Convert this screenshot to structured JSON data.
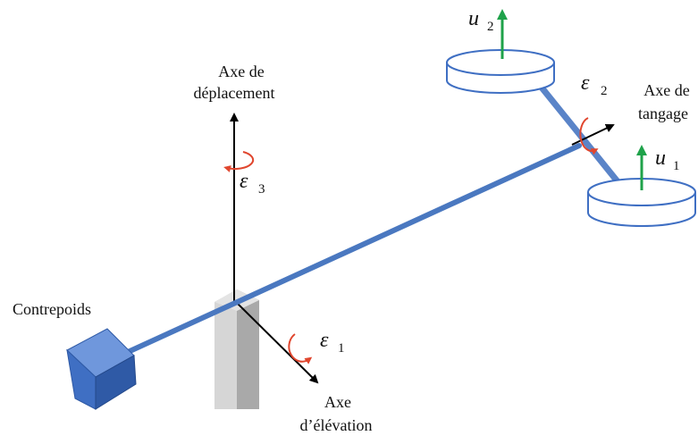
{
  "labels": {
    "axe_deplacement_line1": "Axe de",
    "axe_deplacement_line2": "déplacement",
    "axe_tangage_line1": "Axe de",
    "axe_tangage_line2": "tangage",
    "axe_elevation_line1": "Axe",
    "axe_elevation_line2": "d’élévation",
    "contrepoids": "Contrepoids"
  },
  "symbols": {
    "epsilon": "ε",
    "u": "u",
    "sub1": "1",
    "sub2": "2",
    "sub3": "3"
  },
  "colors": {
    "beam": "#4a78c0",
    "beam_dark": "#3a63a8",
    "cube_front": "#3f6fc3",
    "cube_top": "#6f97dc",
    "cube_side": "#2f5aa6",
    "post_light": "#d4d4d4",
    "post_dark": "#a8a8a8",
    "thrust_arrow": "#1fa24a",
    "rotation_arrow": "#e0462e",
    "axis": "#000000"
  }
}
